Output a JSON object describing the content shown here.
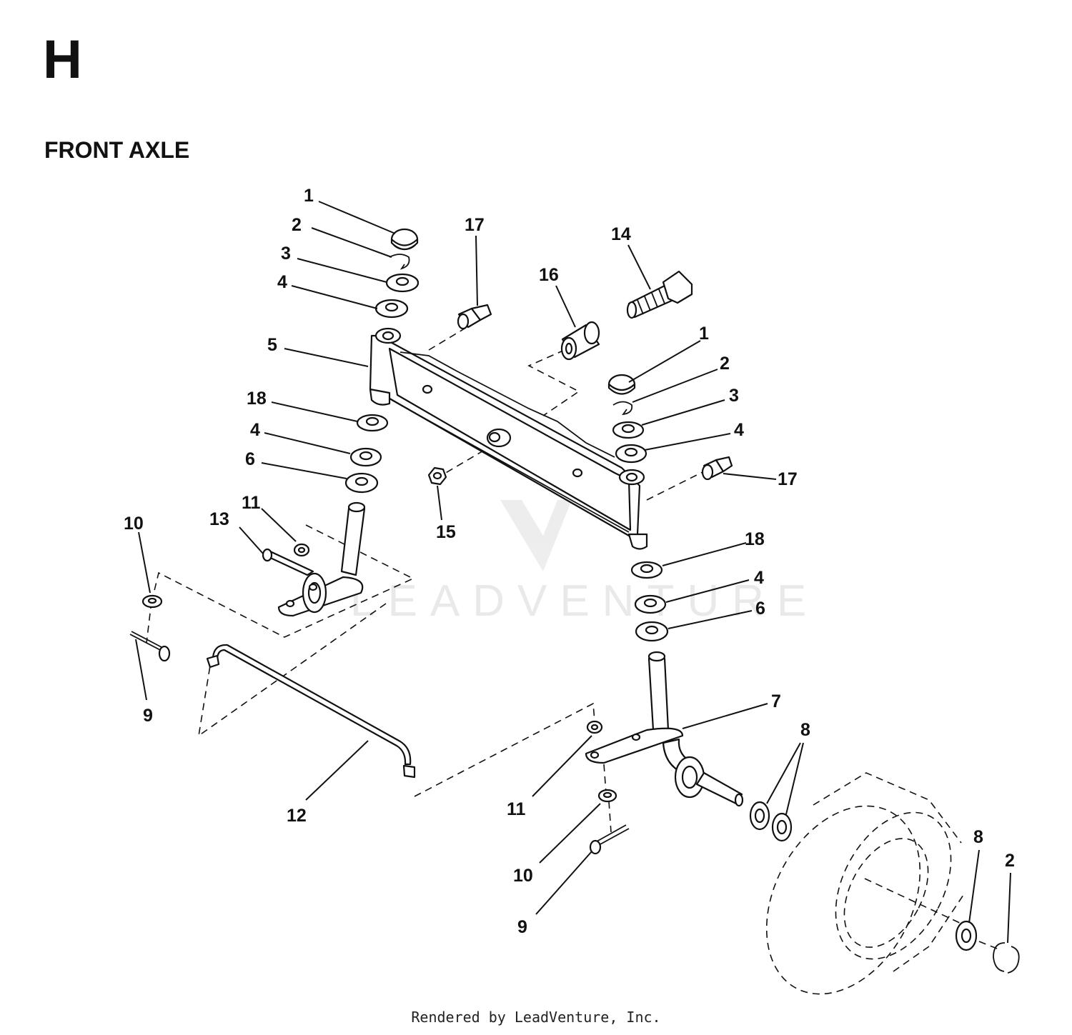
{
  "section_letter": "H",
  "section_title": "FRONT AXLE",
  "watermark": "LEADVENTURE",
  "footer": "Rendered by LeadVenture, Inc.",
  "callouts": [
    {
      "id": "c1a",
      "text": "1"
    },
    {
      "id": "c2a",
      "text": "2"
    },
    {
      "id": "c3a",
      "text": "3"
    },
    {
      "id": "c4a",
      "text": "4"
    },
    {
      "id": "c5",
      "text": "5"
    },
    {
      "id": "c18a",
      "text": "18"
    },
    {
      "id": "c4b",
      "text": "4"
    },
    {
      "id": "c6a",
      "text": "6"
    },
    {
      "id": "c11a",
      "text": "11"
    },
    {
      "id": "c13",
      "text": "13"
    },
    {
      "id": "c10a",
      "text": "10"
    },
    {
      "id": "c9a",
      "text": "9"
    },
    {
      "id": "c17a",
      "text": "17"
    },
    {
      "id": "c16",
      "text": "16"
    },
    {
      "id": "c14",
      "text": "14"
    },
    {
      "id": "c1b",
      "text": "1"
    },
    {
      "id": "c2b",
      "text": "2"
    },
    {
      "id": "c3b",
      "text": "3"
    },
    {
      "id": "c4c",
      "text": "4"
    },
    {
      "id": "c17b",
      "text": "17"
    },
    {
      "id": "c15",
      "text": "15"
    },
    {
      "id": "c18b",
      "text": "18"
    },
    {
      "id": "c4d",
      "text": "4"
    },
    {
      "id": "c6b",
      "text": "6"
    },
    {
      "id": "c7",
      "text": "7"
    },
    {
      "id": "c8a",
      "text": "8"
    },
    {
      "id": "c12",
      "text": "12"
    },
    {
      "id": "c11b",
      "text": "11"
    },
    {
      "id": "c10b",
      "text": "10"
    },
    {
      "id": "c9b",
      "text": "9"
    },
    {
      "id": "c8b",
      "text": "8"
    },
    {
      "id": "c2c",
      "text": "2"
    }
  ]
}
